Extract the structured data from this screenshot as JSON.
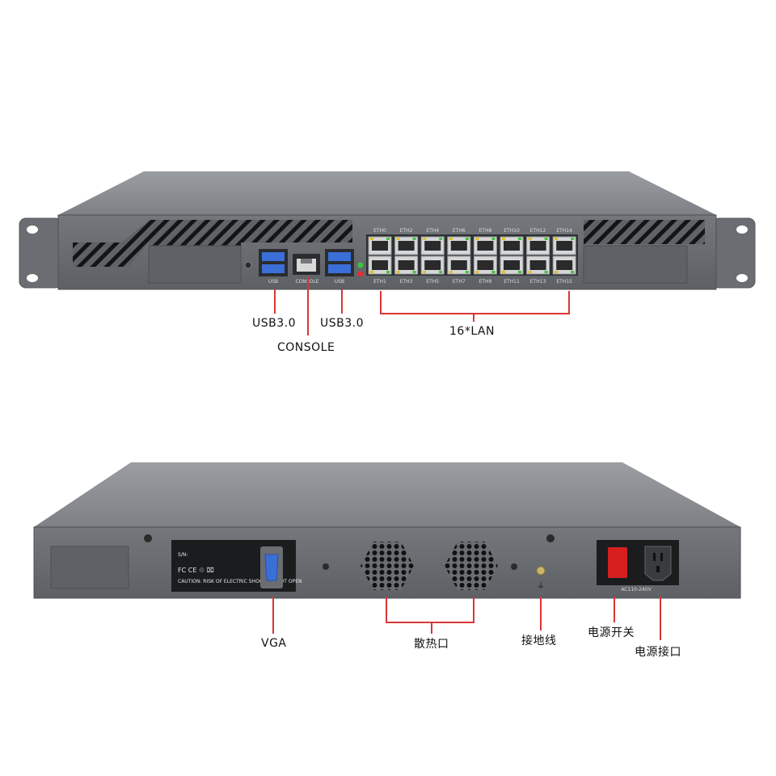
{
  "front_panel": {
    "usb_left_label": "USB",
    "console_label": "CONSOLE",
    "usb_right_label": "USB",
    "eth_top_labels": [
      "ETH0",
      "ETH2",
      "ETH4",
      "ETH6",
      "ETH8",
      "ETH10",
      "ETH12",
      "ETH14"
    ],
    "eth_bottom_labels": [
      "ETH1",
      "ETH3",
      "ETH5",
      "ETH7",
      "ETH9",
      "ETH11",
      "ETH13",
      "ETH15"
    ],
    "led_colors": [
      "#3ec43e",
      "#e23030"
    ]
  },
  "rear_panel": {
    "serial_label": "S/N:",
    "cert_marks": "FC CE ♲ ⌧",
    "caution_text": "CAUTION: RISK OF ELECTRIC SHOCK DO NOT OPEN",
    "power_rating": "AC110-240V"
  },
  "callouts": {
    "usb_left": "USB3.0",
    "usb_right": "USB3.0",
    "console": "CONSOLE",
    "lan": "16*LAN",
    "vga": "VGA",
    "heat_vents": "散热口",
    "ground": "接地线",
    "power_switch": "电源开关",
    "power_socket": "电源接口"
  },
  "colors": {
    "chassis_top": "#8a8d91",
    "chassis_front": "#6b6e72",
    "chassis_dark": "#4a4c50",
    "callout_line": "#d93636",
    "power_switch": "#d62020"
  }
}
